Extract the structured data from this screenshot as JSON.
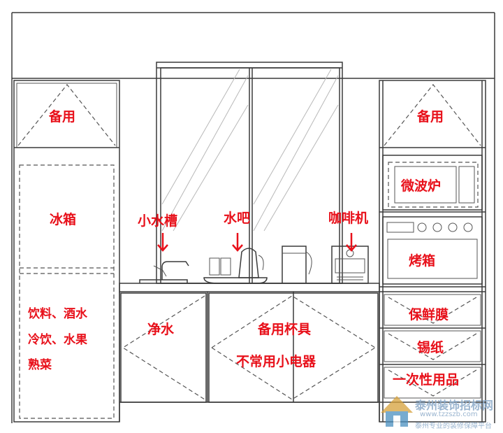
{
  "labels": {
    "left_top": "备用",
    "fridge": "冰箱",
    "fridge_line1": "饮料、酒水",
    "fridge_line2": "冷饮、水果",
    "fridge_line3": "熟菜",
    "sink": "小水槽",
    "water_bar": "水吧",
    "coffee": "咖啡机",
    "purified_water": "净水",
    "cup_line1": "备用杯具",
    "cup_line2": "不常用小电器",
    "right_top": "备用",
    "microwave": "微波炉",
    "oven": "烤箱",
    "wrap": "保鲜膜",
    "foil": "锡纸",
    "disposable": "一次性用品"
  },
  "watermark": {
    "name": "泰州装饰招标网",
    "url": "www.tzzszb.com",
    "slogan": "泰州专业的装修保障平台"
  },
  "colors": {
    "label": "#e8101a",
    "line": "#3a3a3a",
    "watermark": "#8aa9c8"
  }
}
